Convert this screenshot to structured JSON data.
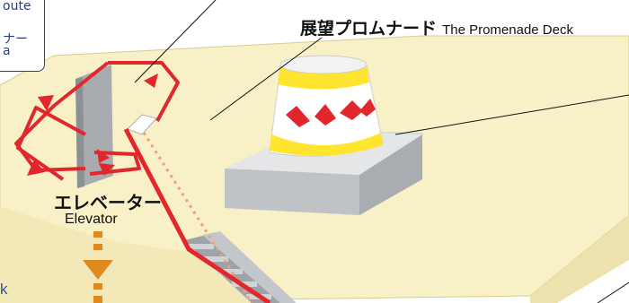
{
  "legend_box": {
    "lines": [
      "oute",
      "ナー",
      "a"
    ]
  },
  "labels": {
    "promenade_jp": "展望プロムナード",
    "promenade_en": "The Promenade Deck",
    "elevator_jp": "エレベーター",
    "elevator_en": "Elevator",
    "left_fragment": "k"
  },
  "colors": {
    "deck": "#f8f0c6",
    "deck_edge": "#e4d9a0",
    "route": "#e3262b",
    "dotted_path": "#f0a070",
    "elevator_arrow": "#e08a1e",
    "legend_border": "#2c3f7a"
  }
}
